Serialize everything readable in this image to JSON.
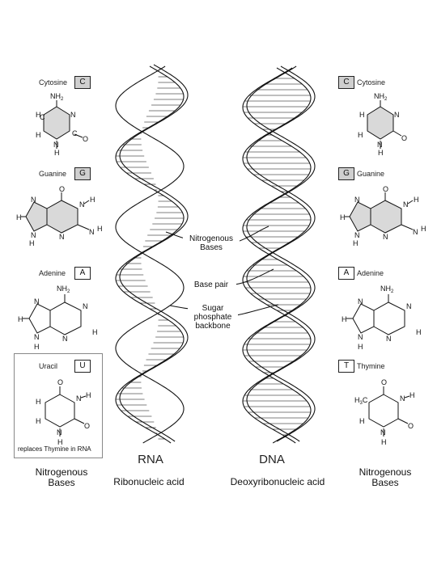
{
  "left_bases": [
    {
      "name": "Cytosine",
      "letter": "C",
      "shaded": true
    },
    {
      "name": "Guanine",
      "letter": "G",
      "shaded": true
    },
    {
      "name": "Adenine",
      "letter": "A",
      "shaded": false
    },
    {
      "name": "Uracil",
      "letter": "U",
      "shaded": false
    }
  ],
  "right_bases": [
    {
      "name": "Cytosine",
      "letter": "C",
      "shaded": true
    },
    {
      "name": "Guanine",
      "letter": "G",
      "shaded": true
    },
    {
      "name": "Adenine",
      "letter": "A",
      "shaded": false
    },
    {
      "name": "Thymine",
      "letter": "T",
      "shaded": false
    }
  ],
  "uracil_note": "replaces Thymine in RNA",
  "callouts": {
    "nitrogenous_bases": "Nitrogenous\nBases",
    "base_pair": "Base pair",
    "sugar_backbone": "Sugar\nphosphate\nbackbone"
  },
  "rna": {
    "title": "RNA",
    "subtitle": "Ribonucleic acid"
  },
  "dna": {
    "title": "DNA",
    "subtitle": "Deoxyribonucleic acid"
  },
  "left_caption": "Nitrogenous\nBases",
  "right_caption": "Nitrogenous\nBases",
  "atoms": {
    "nh2": "NH2",
    "n": "N",
    "h": "H",
    "c": "C",
    "o": "O",
    "h3c": "H3C"
  }
}
